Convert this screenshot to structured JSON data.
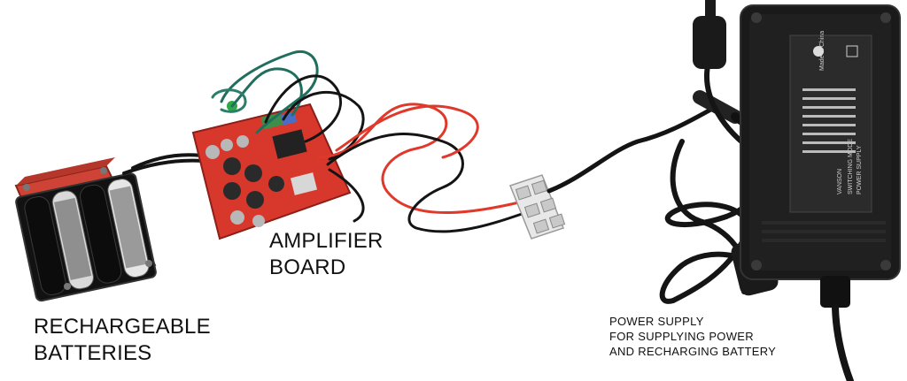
{
  "labels": {
    "batteries": [
      "RECHARGEABLE",
      "BATTERIES"
    ],
    "amplifier": [
      "AMPLIFIER",
      "BOARD"
    ],
    "power_supply": [
      "POWER SUPPLY",
      "FOR SUPPLYING POWER",
      "AND RECHARGING BATTERY"
    ]
  },
  "psu_label_text": [
    "VANSON",
    "SWITCHING MODE",
    "POWER SUPPLY",
    "Made in China"
  ],
  "colors": {
    "background": "#ffffff",
    "wire_red": "#e0392b",
    "wire_black": "#141414",
    "wire_green": "#1f6e5e",
    "board_red": "#d8382c",
    "psu_body": "#1a1a1a",
    "terminal_white": "#e8e8e8",
    "battery_holder": "#111111",
    "battery_pcb": "#d2473a"
  }
}
